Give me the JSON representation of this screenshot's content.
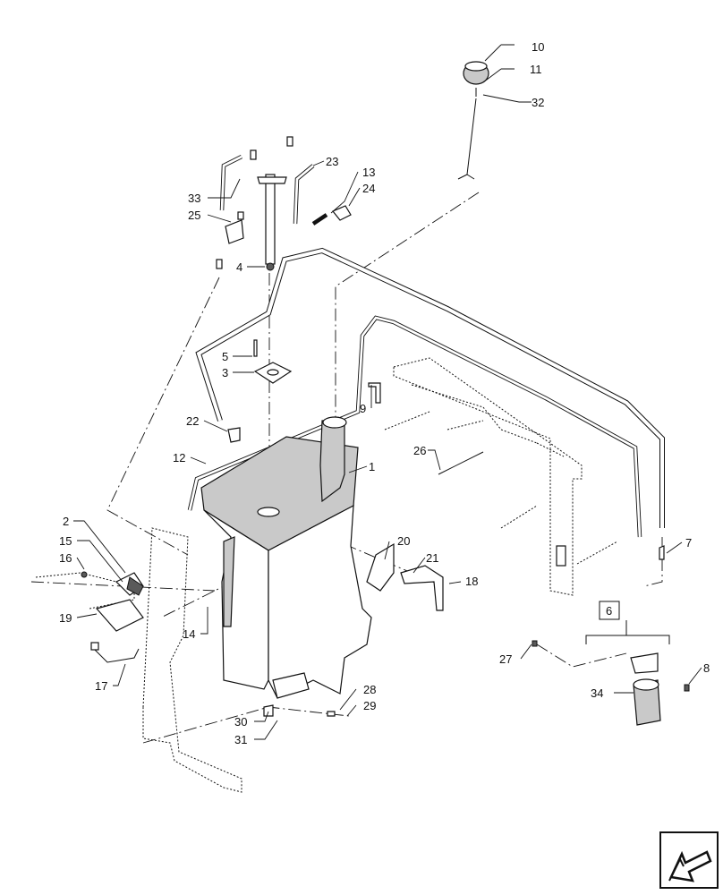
{
  "diagram": {
    "callouts": [
      {
        "id": "c10",
        "label": "10"
      },
      {
        "id": "c11",
        "label": "11"
      },
      {
        "id": "c32",
        "label": "32"
      },
      {
        "id": "c23",
        "label": "23"
      },
      {
        "id": "c13",
        "label": "13"
      },
      {
        "id": "c24",
        "label": "24"
      },
      {
        "id": "c33",
        "label": "33"
      },
      {
        "id": "c25",
        "label": "25"
      },
      {
        "id": "c4",
        "label": "4"
      },
      {
        "id": "c5",
        "label": "5"
      },
      {
        "id": "c3",
        "label": "3"
      },
      {
        "id": "c9",
        "label": "9"
      },
      {
        "id": "c22",
        "label": "22"
      },
      {
        "id": "c26",
        "label": "26"
      },
      {
        "id": "c12",
        "label": "12"
      },
      {
        "id": "c1",
        "label": "1"
      },
      {
        "id": "c2",
        "label": "2"
      },
      {
        "id": "c15",
        "label": "15"
      },
      {
        "id": "c16",
        "label": "16"
      },
      {
        "id": "c20",
        "label": "20"
      },
      {
        "id": "c21",
        "label": "21"
      },
      {
        "id": "c18",
        "label": "18"
      },
      {
        "id": "c7",
        "label": "7"
      },
      {
        "id": "c6",
        "label": "6"
      },
      {
        "id": "c19",
        "label": "19"
      },
      {
        "id": "c14",
        "label": "14"
      },
      {
        "id": "c17",
        "label": "17"
      },
      {
        "id": "c27",
        "label": "27"
      },
      {
        "id": "c8",
        "label": "8"
      },
      {
        "id": "c34",
        "label": "34"
      },
      {
        "id": "c28",
        "label": "28"
      },
      {
        "id": "c29",
        "label": "29"
      },
      {
        "id": "c30",
        "label": "30"
      },
      {
        "id": "c31",
        "label": "31"
      }
    ]
  },
  "nav_icon": "arrow-navigation-icon"
}
